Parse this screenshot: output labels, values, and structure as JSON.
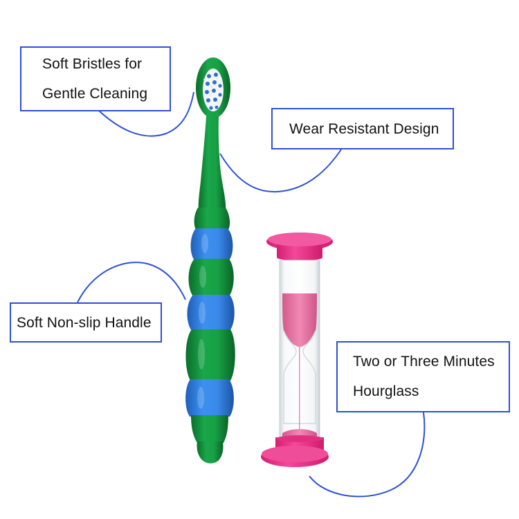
{
  "callouts": {
    "bristles": {
      "line1": "Soft Bristles for",
      "line2": "Gentle Cleaning"
    },
    "wear": {
      "text": "Wear Resistant Design"
    },
    "handle": {
      "text": "Soft Non-slip Handle"
    },
    "hourglass": {
      "line1": "Two or Three Minutes",
      "line2": "Hourglass"
    }
  },
  "colors": {
    "callout_border": "#2c4fd8",
    "leader_line": "#2c4fd8",
    "toothbrush_green": "#12943c",
    "toothbrush_blue": "#2f7fe0",
    "hourglass_pink": "#f0368a",
    "sand_pink": "#e8669a"
  },
  "icons": [
    "toothbrush-image",
    "hourglass-image"
  ]
}
